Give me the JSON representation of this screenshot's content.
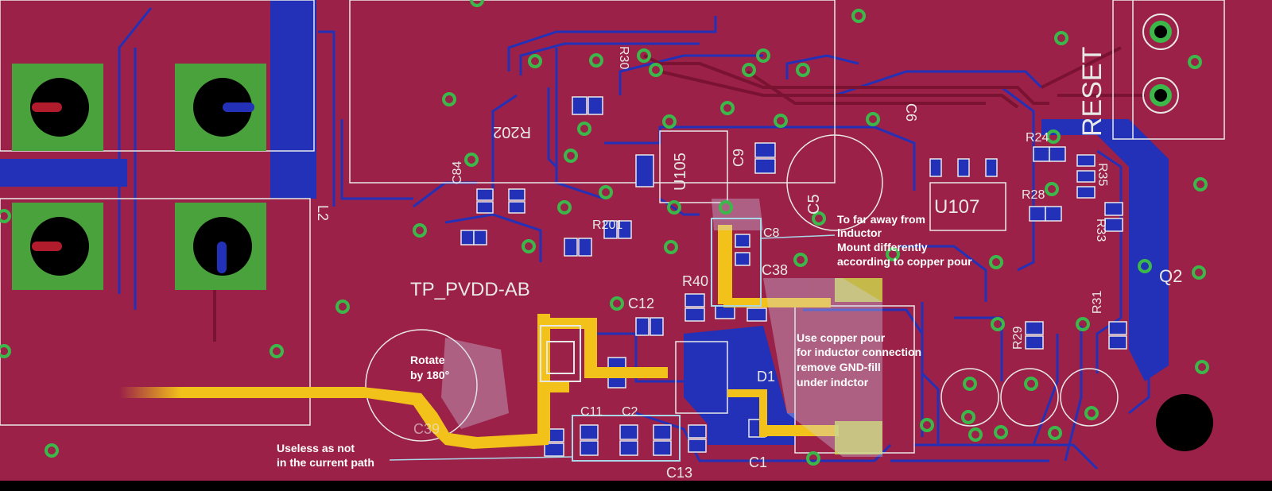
{
  "colors": {
    "board": "#9c2148",
    "trace_blue": "#2231b8",
    "highlight_trace": "#f2c11a",
    "via_ring": "#3cb84a",
    "silkscreen": "#e8e8e8",
    "pad_green": "#4aa23c",
    "annotation_box": "#a9d7e8"
  },
  "labels": {
    "reset": "RESET",
    "l2": "L2",
    "r202": "R202",
    "u105": "U105",
    "u107": "U107",
    "c5": "C5",
    "c6": "C6",
    "c8": "C8",
    "c9": "C9",
    "c12": "C12",
    "c13": "C13",
    "c38": "C38",
    "c39": "C39",
    "c84": "C84",
    "c11": "C11",
    "c2": "C2",
    "c1": "C1",
    "d1": "D1",
    "q2": "Q2",
    "r24": "R24",
    "r28": "R28",
    "r31": "R31",
    "r33": "R33",
    "r35": "R35",
    "r29": "R29",
    "r201": "R201",
    "r40": "R40",
    "r30": "R30",
    "tp_pvdd": "TP_PVDD-AB"
  },
  "annotations": {
    "inductor_far": [
      "To far away from",
      "inductor",
      "Mount differently",
      "according to copper pour"
    ],
    "copper_pour": [
      "Use copper pour",
      "for inductor connection",
      "remove GND-fill",
      "under indctor"
    ],
    "rotate": [
      "Rotate",
      "by 180°"
    ],
    "useless": [
      "Useless as not",
      "in the current path"
    ]
  }
}
